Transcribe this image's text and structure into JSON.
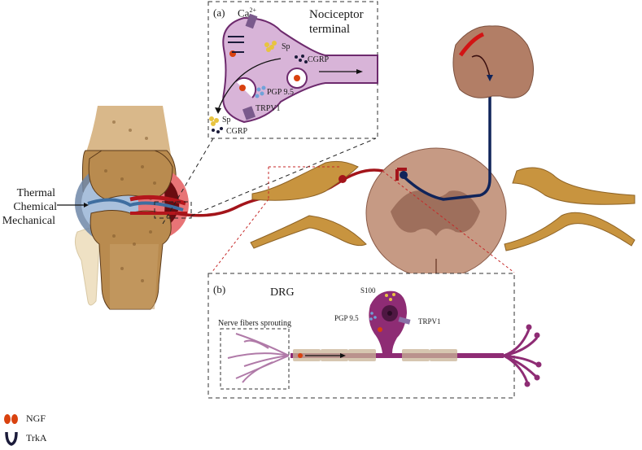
{
  "stimuli": {
    "thermal": "Thermal",
    "chemical": "Chemical",
    "mechanical": "Mechanical"
  },
  "panel_a": {
    "label": "(a)",
    "title_line1": "Nociceptor",
    "title_line2": "terminal",
    "ca": "Ca",
    "ca_sup": "2+",
    "sp_inside": "Sp",
    "cgrp_inside": "CGRP",
    "pgp": "PGP 9.5",
    "trpv1": "TRPV1",
    "sp_released": "Sp",
    "cgrp_released": "CGRP"
  },
  "panel_b": {
    "label": "(b)",
    "title": "DRG",
    "sprouting": "Nerve fibers sprouting",
    "s100": "S100",
    "pgp": "PGP 9.5",
    "trpv1": "TRPV1"
  },
  "legend": {
    "items": [
      {
        "icon": "ngf-icon",
        "label": "NGF",
        "color": "#d9420f"
      },
      {
        "icon": "trka-icon",
        "label": "TrkA",
        "color": "#1b1b3a"
      }
    ]
  },
  "colors": {
    "neuron_purple": "#d8b4d8",
    "neuron_outline": "#6d2a6d",
    "drg_purple": "#8e2c74",
    "nerve_tan": "#c8943f",
    "spinal_cord": "#c69a84",
    "grey_matter": "#9e6f5c",
    "afferent_red": "#a3141a",
    "descending_blue": "#10245a",
    "bone": "#b98b4f"
  }
}
